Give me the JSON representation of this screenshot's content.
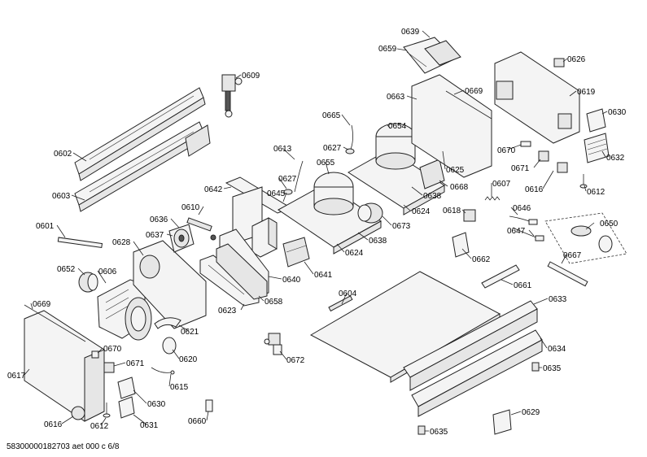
{
  "document_id": "58300000182703 aet 000 c 6/8",
  "parts": [
    {
      "key": "p0639",
      "number": "0639"
    },
    {
      "key": "p0659",
      "number": "0659"
    },
    {
      "key": "p0626",
      "number": "0626"
    },
    {
      "key": "p0609",
      "number": "0609"
    },
    {
      "key": "p0669a",
      "number": "0669"
    },
    {
      "key": "p0663",
      "number": "0663"
    },
    {
      "key": "p0619",
      "number": "0619"
    },
    {
      "key": "p0630a",
      "number": "0630"
    },
    {
      "key": "p0665",
      "number": "0665"
    },
    {
      "key": "p0654",
      "number": "0654"
    },
    {
      "key": "p0632",
      "number": "0632"
    },
    {
      "key": "p0602",
      "number": "0602"
    },
    {
      "key": "p0627a",
      "number": "0627"
    },
    {
      "key": "p0613",
      "number": "0613"
    },
    {
      "key": "p0670a",
      "number": "0670"
    },
    {
      "key": "p0655",
      "number": "0655"
    },
    {
      "key": "p0625",
      "number": "0625"
    },
    {
      "key": "p0671a",
      "number": "0671"
    },
    {
      "key": "p0627b",
      "number": "0627"
    },
    {
      "key": "p0668",
      "number": "0668"
    },
    {
      "key": "p0642",
      "number": "0642"
    },
    {
      "key": "p0607",
      "number": "0607"
    },
    {
      "key": "p0616a",
      "number": "0616"
    },
    {
      "key": "p0612a",
      "number": "0612"
    },
    {
      "key": "p0645",
      "number": "0645"
    },
    {
      "key": "p0638a",
      "number": "0638"
    },
    {
      "key": "p0603",
      "number": "0603"
    },
    {
      "key": "p0610",
      "number": "0610"
    },
    {
      "key": "p0624a",
      "number": "0624"
    },
    {
      "key": "p0646",
      "number": "0646"
    },
    {
      "key": "p0618",
      "number": "0618"
    },
    {
      "key": "p0673",
      "number": "0673"
    },
    {
      "key": "p0636",
      "number": "0636"
    },
    {
      "key": "p0601",
      "number": "0601"
    },
    {
      "key": "p0650",
      "number": "0650"
    },
    {
      "key": "p0647",
      "number": "0647"
    },
    {
      "key": "p0637",
      "number": "0637"
    },
    {
      "key": "p0638b",
      "number": "0638"
    },
    {
      "key": "p0628",
      "number": "0628"
    },
    {
      "key": "p0624b",
      "number": "0624"
    },
    {
      "key": "p0662",
      "number": "0662"
    },
    {
      "key": "p0667",
      "number": "0667"
    },
    {
      "key": "p0652",
      "number": "0652"
    },
    {
      "key": "p0606",
      "number": "0606"
    },
    {
      "key": "p0641",
      "number": "0641"
    },
    {
      "key": "p0640",
      "number": "0640"
    },
    {
      "key": "p0604",
      "number": "0604"
    },
    {
      "key": "p0661",
      "number": "0661"
    },
    {
      "key": "p0658",
      "number": "0658"
    },
    {
      "key": "p0669b",
      "number": "0669"
    },
    {
      "key": "p0623",
      "number": "0623"
    },
    {
      "key": "p0633",
      "number": "0633"
    },
    {
      "key": "p0621",
      "number": "0621"
    },
    {
      "key": "p0670b",
      "number": "0670"
    },
    {
      "key": "p0620",
      "number": "0620"
    },
    {
      "key": "p0672",
      "number": "0672"
    },
    {
      "key": "p0634",
      "number": "0634"
    },
    {
      "key": "p0671b",
      "number": "0671"
    },
    {
      "key": "p0617",
      "number": "0617"
    },
    {
      "key": "p0615",
      "number": "0615"
    },
    {
      "key": "p0635a",
      "number": "0635"
    },
    {
      "key": "p0630b",
      "number": "0630"
    },
    {
      "key": "p0629",
      "number": "0629"
    },
    {
      "key": "p0616b",
      "number": "0616"
    },
    {
      "key": "p0612b",
      "number": "0612"
    },
    {
      "key": "p0660",
      "number": "0660"
    },
    {
      "key": "p0631",
      "number": "0631"
    },
    {
      "key": "p0635b",
      "number": "0635"
    }
  ]
}
